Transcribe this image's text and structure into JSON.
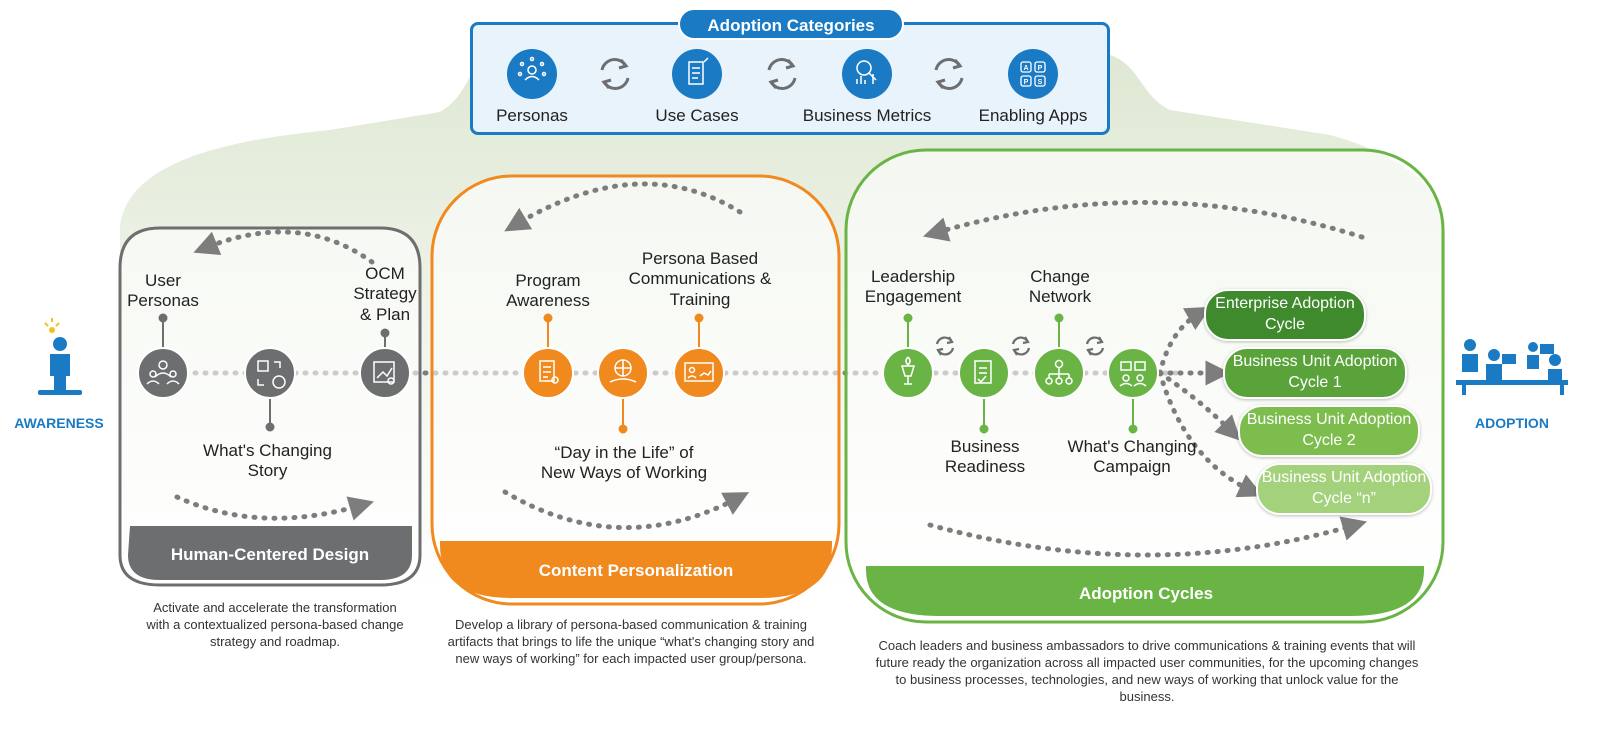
{
  "categories": {
    "title": "Adoption Categories",
    "items": [
      "Personas",
      "Use Cases",
      "Business Metrics",
      "Enabling Apps"
    ]
  },
  "ends": {
    "left": "AWARENESS",
    "right": "ADOPTION"
  },
  "hcd": {
    "title": "Human-Centered Design",
    "top1": "User Personas",
    "top2": "OCM Strategy & Plan",
    "bottom": "What's Changing Story",
    "desc": "Activate and accelerate the transformation with a contextualized persona-based change strategy and roadmap."
  },
  "cp": {
    "title": "Content Personalization",
    "top1": "Program Awareness",
    "top2": "Persona Based Communications & Training",
    "bottom": "“Day in the Life” of New Ways of Working",
    "desc": "Develop a library of persona-based communication & training artifacts that brings to life the unique “what's changing story and new ways of working” for each impacted user group/persona."
  },
  "ac": {
    "title": "Adoption Cycles",
    "top1": "Leadership Engagement",
    "top2": "Change Network",
    "bottom1": "Business Readiness",
    "bottom2": "What's Changing Campaign",
    "cycles": [
      "Enterprise Adoption Cycle",
      "Business Unit Adoption Cycle 1",
      "Business Unit Adoption Cycle 2",
      "Business Unit Adoption Cycle “n”"
    ],
    "desc": "Coach leaders and business ambassadors to drive communications & training events that will future ready the organization across all impacted user communities, for the upcoming changes to business processes, technologies, and new ways of working that unlock value for the business."
  },
  "colors": {
    "blue": "#1a7bc4",
    "grey": "#6d6e70",
    "orange": "#f0891e",
    "green": "#6ab446"
  }
}
